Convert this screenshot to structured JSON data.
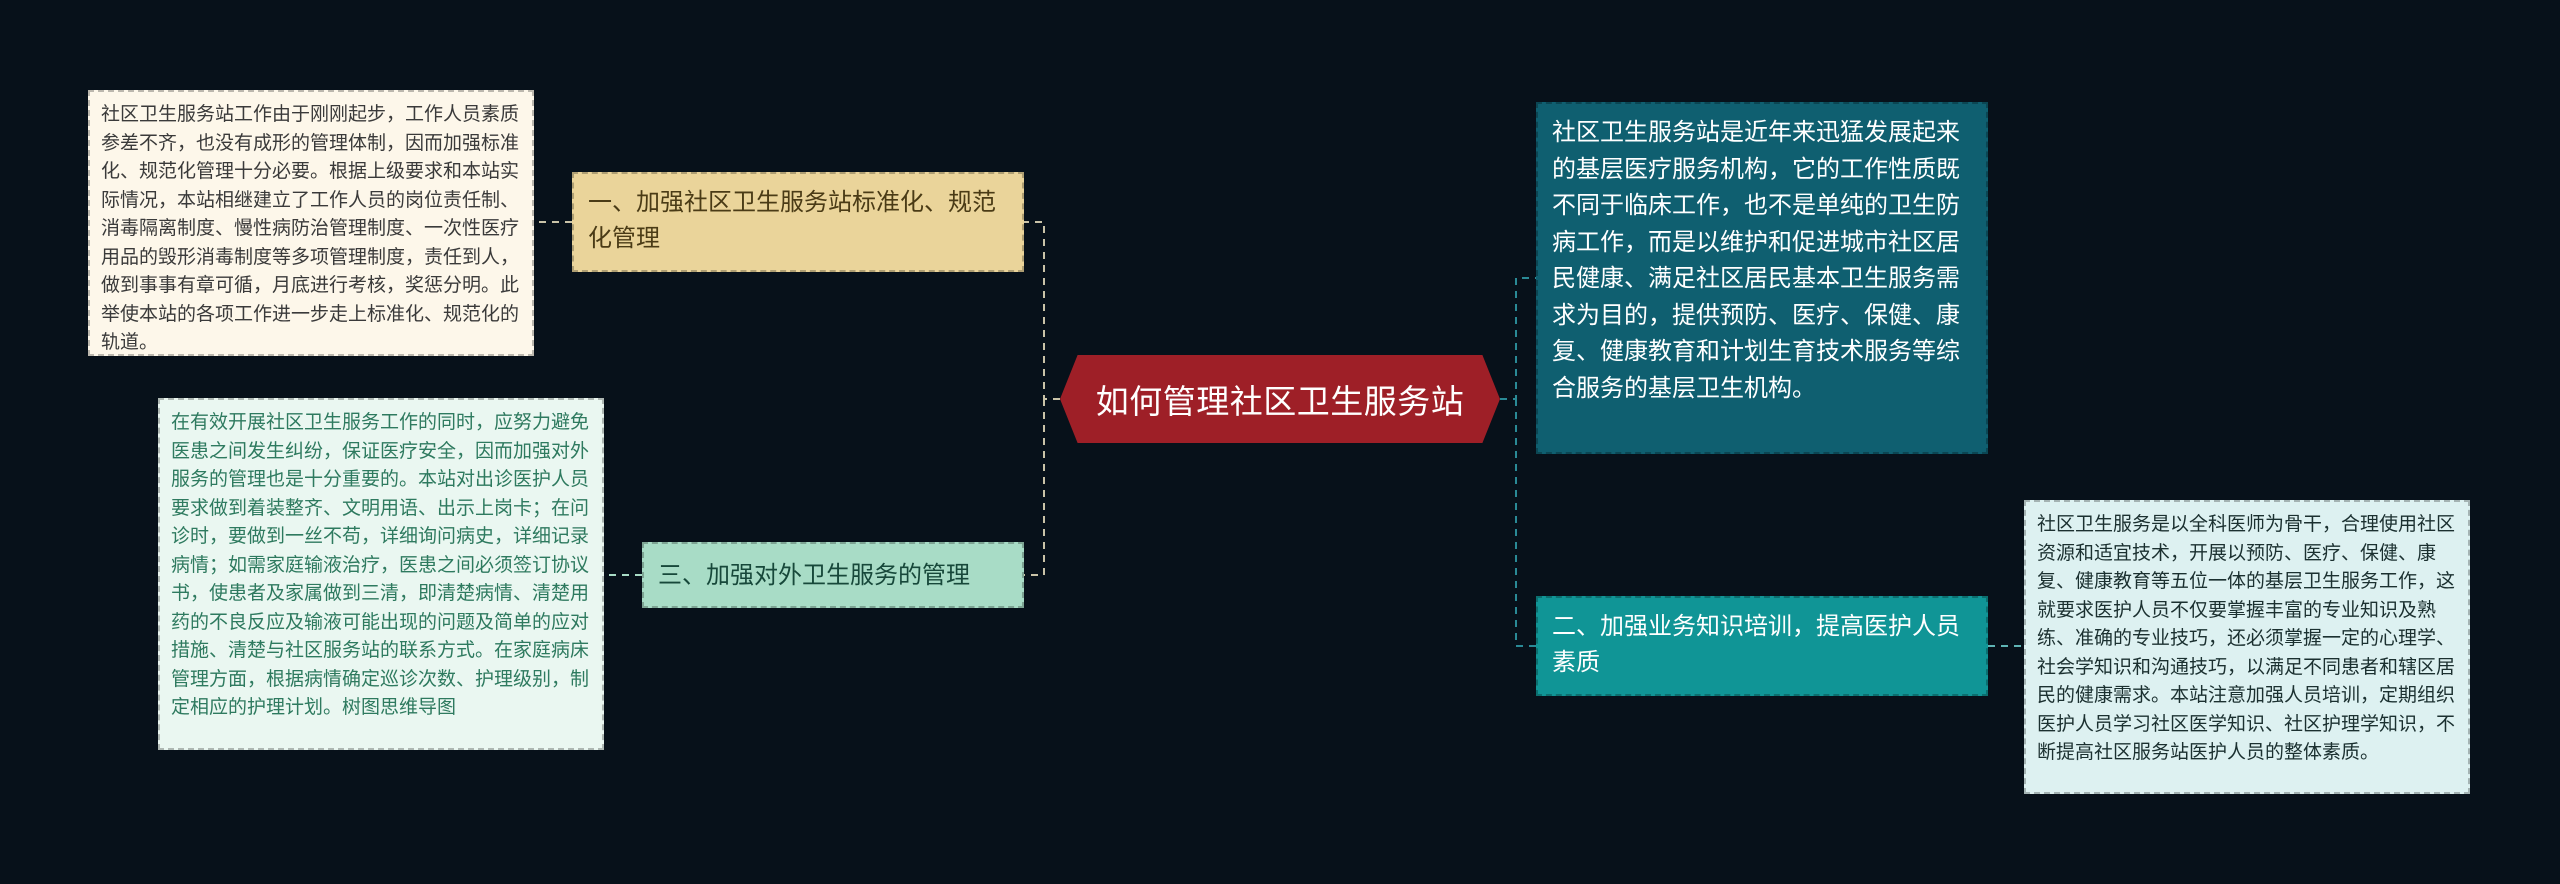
{
  "mindmap": {
    "root": "如何管理社区卫生服务站",
    "description": "社区卫生服务站是近年来迅猛发展起来的基层医疗服务机构，它的工作性质既不同于临床工作，也不是单纯的卫生防病工作，而是以维护和促进城市社区居民健康、满足社区居民基本卫生服务需求为目的，提供预防、医疗、保健、康复、健康教育和计划生育技术服务等综合服务的基层卫生机构。",
    "branches": [
      {
        "label": "一、加强社区卫生服务站标准化、规范化管理",
        "detail": "社区卫生服务站工作由于刚刚起步，工作人员素质参差不齐，也没有成形的管理体制，因而加强标准化、规范化管理十分必要。根据上级要求和本站实际情况，本站相继建立了工作人员的岗位责任制、消毒隔离制度、慢性病防治管理制度、一次性医疗用品的毁形消毒制度等多项管理制度，责任到人，做到事事有章可循，月底进行考核，奖惩分明。此举使本站的各项工作进一步走上标准化、规范化的轨道。"
      },
      {
        "label": "二、加强业务知识培训，提高医护人员素质",
        "detail": "社区卫生服务是以全科医师为骨干，合理使用社区资源和适宜技术，开展以预防、医疗、保健、康复、健康教育等五位一体的基层卫生服务工作，这就要求医护人员不仅要掌握丰富的专业知识及熟练、准确的专业技巧，还必须掌握一定的心理学、社会学知识和沟通技巧，以满足不同患者和辖区居民的健康需求。本站注意加强人员培训，定期组织医护人员学习社区医学知识、社区护理学知识，不断提高社区服务站医护人员的整体素质。"
      },
      {
        "label": "三、加强对外卫生服务的管理",
        "detail": "在有效开展社区卫生服务工作的同时，应努力避免医患之间发生纠纷，保证医疗安全，因而加强对外服务的管理也是十分重要的。本站对出诊医护人员要求做到着装整齐、文明用语、出示上岗卡；在问诊时，要做到一丝不苟，详细询问病史，详细记录病情；如需家庭输液治疗，医患之间必须签订协议书，使患者及家属做到三清，即清楚病情、清楚用药的不良反应及输液可能出现的问题及简单的应对措施、清楚与社区服务站的联系方式。在家庭病床管理方面，根据病情确定巡诊次数、护理级别，制定相应的护理计划。树图思维导图"
      }
    ]
  },
  "colors": {
    "background": "#07111a",
    "root": "#9e1f27",
    "branch1": "#ead49a",
    "branch2": "#109596",
    "branch3": "#a8dcc6",
    "description": "#0f5f70"
  }
}
